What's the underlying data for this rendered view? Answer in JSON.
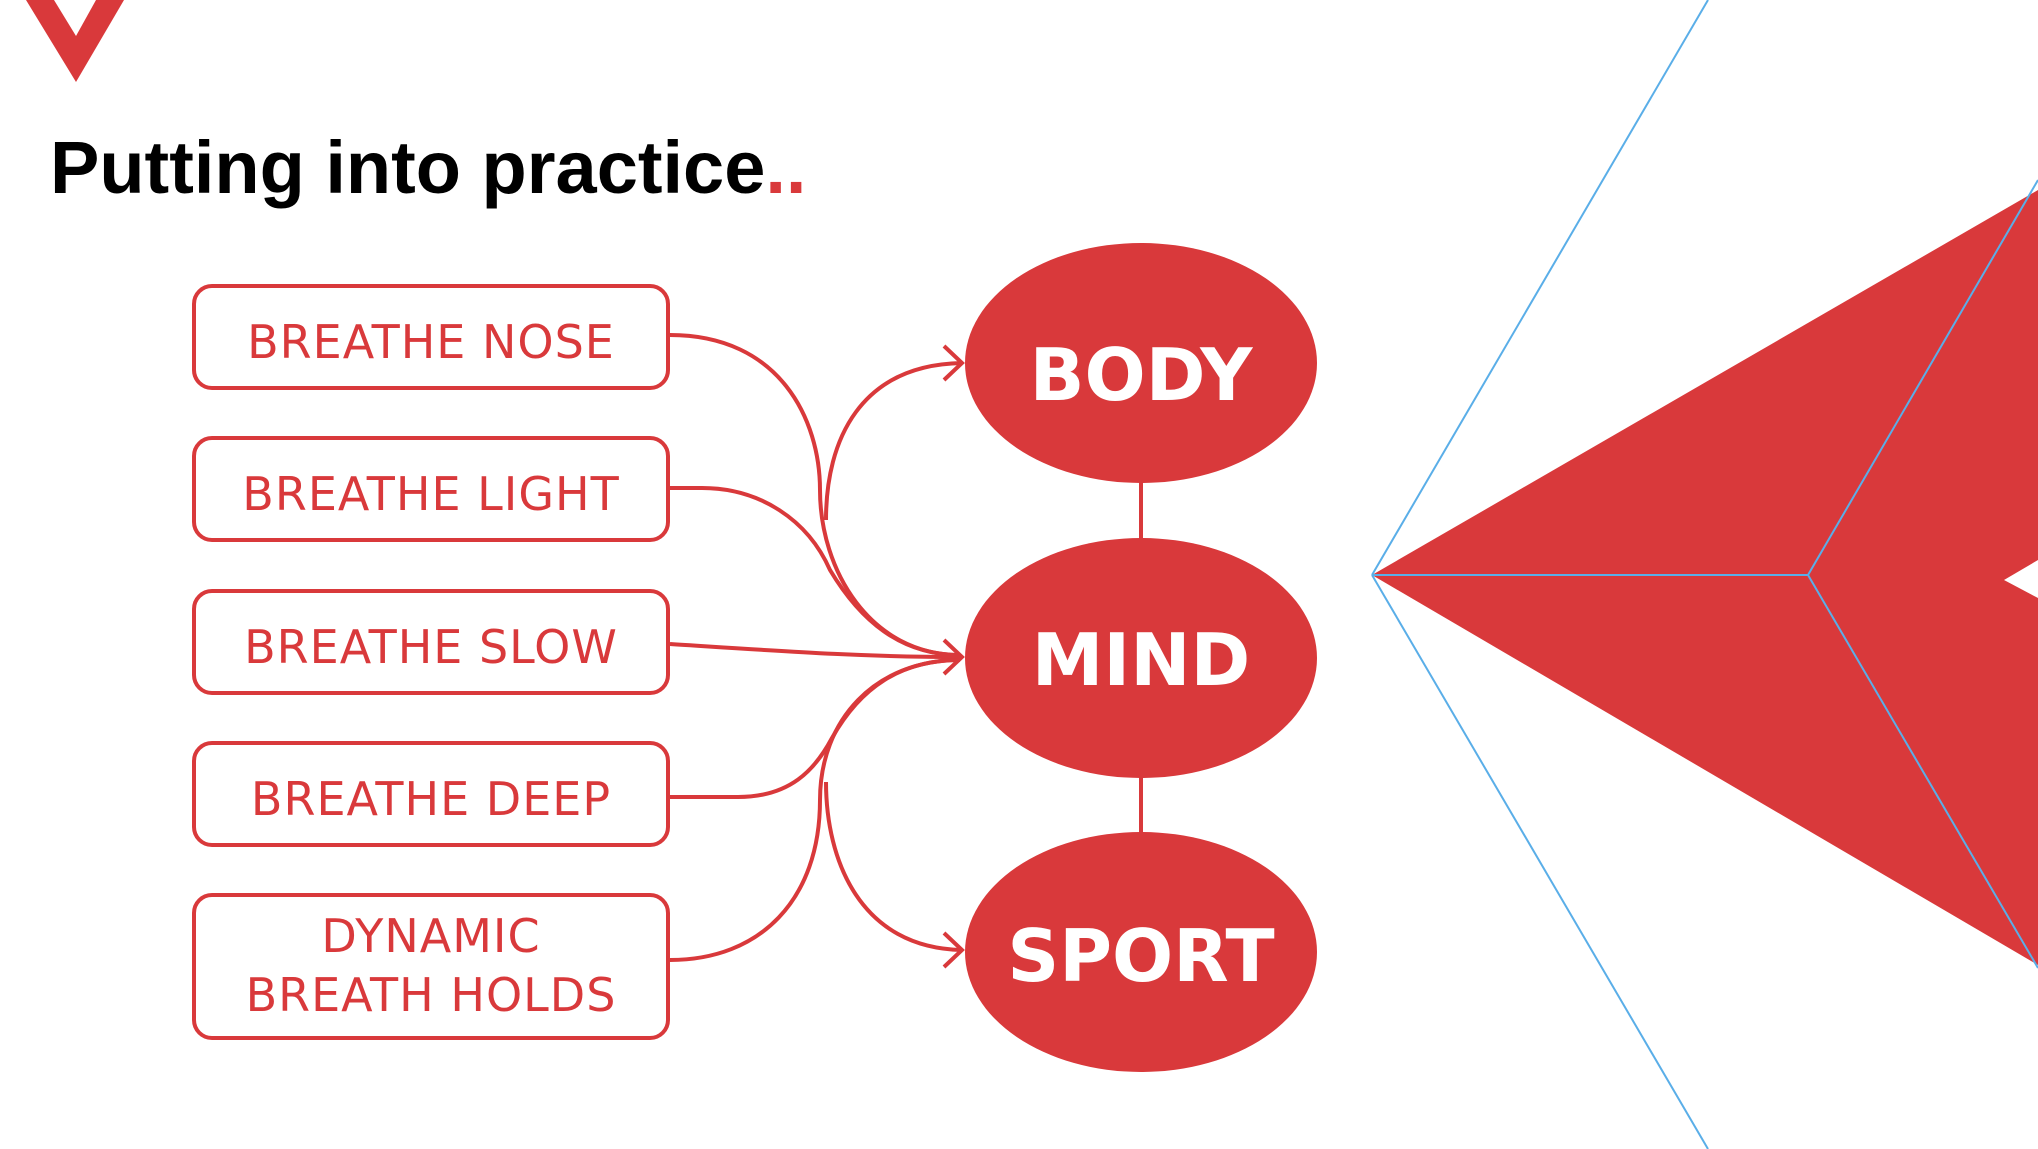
{
  "colors": {
    "accent": "#d9393b",
    "guide_line": "#5aaee8",
    "title": "#000000",
    "background": "#ffffff"
  },
  "title": {
    "main": "Putting into practice",
    "dots": ".."
  },
  "boxes": [
    {
      "id": "breathe-nose",
      "lines": [
        "BREATHE NOSE"
      ]
    },
    {
      "id": "breathe-light",
      "lines": [
        "BREATHE LIGHT"
      ]
    },
    {
      "id": "breathe-slow",
      "lines": [
        "BREATHE SLOW"
      ]
    },
    {
      "id": "breathe-deep",
      "lines": [
        "BREATHE DEEP"
      ]
    },
    {
      "id": "dynamic-breath-holds",
      "lines": [
        "DYNAMIC",
        "BREATH HOLDS"
      ]
    }
  ],
  "ovals": [
    {
      "id": "body",
      "label": "BODY"
    },
    {
      "id": "mind",
      "label": "MIND"
    },
    {
      "id": "sport",
      "label": "SPORT"
    }
  ],
  "icons": {
    "logo": "red-v-logo-icon",
    "arrow": "red-arrowhead-shape"
  }
}
